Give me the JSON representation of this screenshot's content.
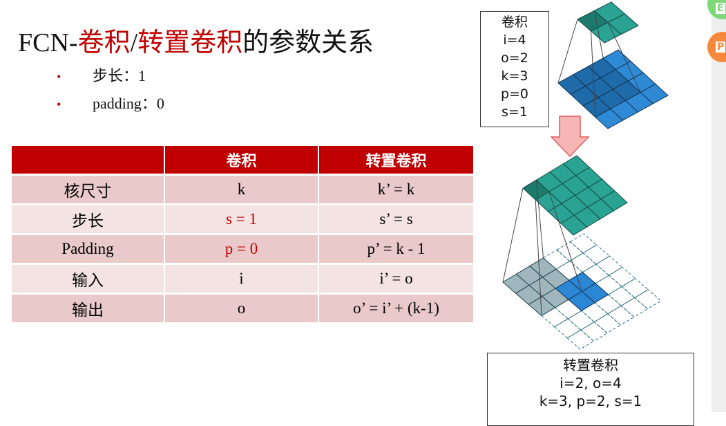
{
  "slide": {
    "title_prefix": "FCN-",
    "title_conv": "卷积",
    "title_sep": "/",
    "title_tconv": "转置卷积",
    "title_suffix": "的参数关系",
    "bullets": [
      "步长：1",
      "padding：0"
    ]
  },
  "table": {
    "headers": [
      "",
      "卷积",
      "转置卷积"
    ],
    "rows": [
      {
        "label": "核尺寸",
        "conv": "k",
        "tconv": "k’ = k",
        "conv_red": false
      },
      {
        "label": "步长",
        "conv": "s = 1",
        "tconv": "s’ = s",
        "conv_red": true
      },
      {
        "label": "Padding",
        "conv": "p = 0",
        "tconv": "p’ = k - 1",
        "conv_red": true
      },
      {
        "label": "输入",
        "conv": "i",
        "tconv": "i’ = o",
        "conv_red": false
      },
      {
        "label": "输出",
        "conv": "o",
        "tconv": "o’ =  i’ + (k-1)",
        "conv_red": false
      }
    ]
  },
  "conv_box": {
    "lines": [
      "卷积",
      "i=4",
      "o=2",
      "k=3",
      "p=0",
      "s=1"
    ]
  },
  "tconv_box": {
    "lines": [
      "转置卷积",
      "i=2, o=4",
      "k=3, p=2, s=1"
    ]
  },
  "sidebar": {
    "badges": [
      {
        "label": "E",
        "color": "#7ed87a"
      },
      {
        "label": "P",
        "color": "#f5883a"
      }
    ]
  },
  "colors": {
    "accent_red": "#c00000",
    "row_dark": "#e9c9c9",
    "row_light": "#f3e3e3",
    "input_blue": "#2b7fc7",
    "output_teal": "#2a9a8a"
  }
}
